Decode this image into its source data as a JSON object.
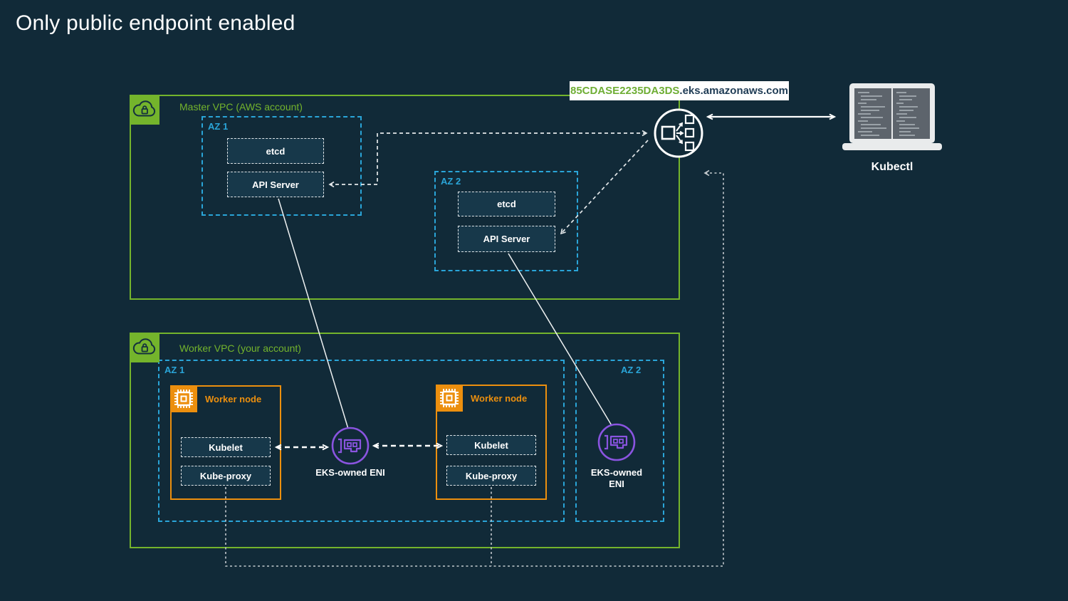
{
  "title": "Only public endpoint enabled",
  "colors": {
    "bg": "#112a38",
    "panel": "#17384a",
    "green": "#74b42c",
    "cyan": "#2aa5d8",
    "orange": "#ec8f0e",
    "purple": "#8a54e0",
    "gray_dash": "#c3c9cd",
    "url_green": "#6fae35",
    "url_dark": "#1f3c55",
    "laptop_frame": "#e9ebec",
    "laptop_screen": "#5d646c",
    "laptop_line": "#9aa2a8"
  },
  "endpoint": {
    "url_highlight": "85CDASE2235DA3DS",
    "url_suffix": ".eks.amazonaws.com"
  },
  "kubectl_label": "Kubectl",
  "master_vpc": {
    "label": "Master VPC (AWS account)",
    "az1": {
      "label": "AZ 1",
      "etcd": "etcd",
      "api_server": "API Server"
    },
    "az2": {
      "label": "AZ 2",
      "etcd": "etcd",
      "api_server": "API Server"
    }
  },
  "worker_vpc": {
    "label": "Worker VPC (your account)",
    "az1_label": "AZ 1",
    "az2_label": "AZ 2",
    "node1": {
      "label": "Worker node",
      "kubelet": "Kubelet",
      "kube_proxy": "Kube-proxy"
    },
    "node2": {
      "label": "Worker node",
      "kubelet": "Kubelet",
      "kube_proxy": "Kube-proxy"
    },
    "eni1_label": "EKS-owned ENI",
    "eni2_label": [
      "EKS-owned",
      "ENI"
    ]
  }
}
